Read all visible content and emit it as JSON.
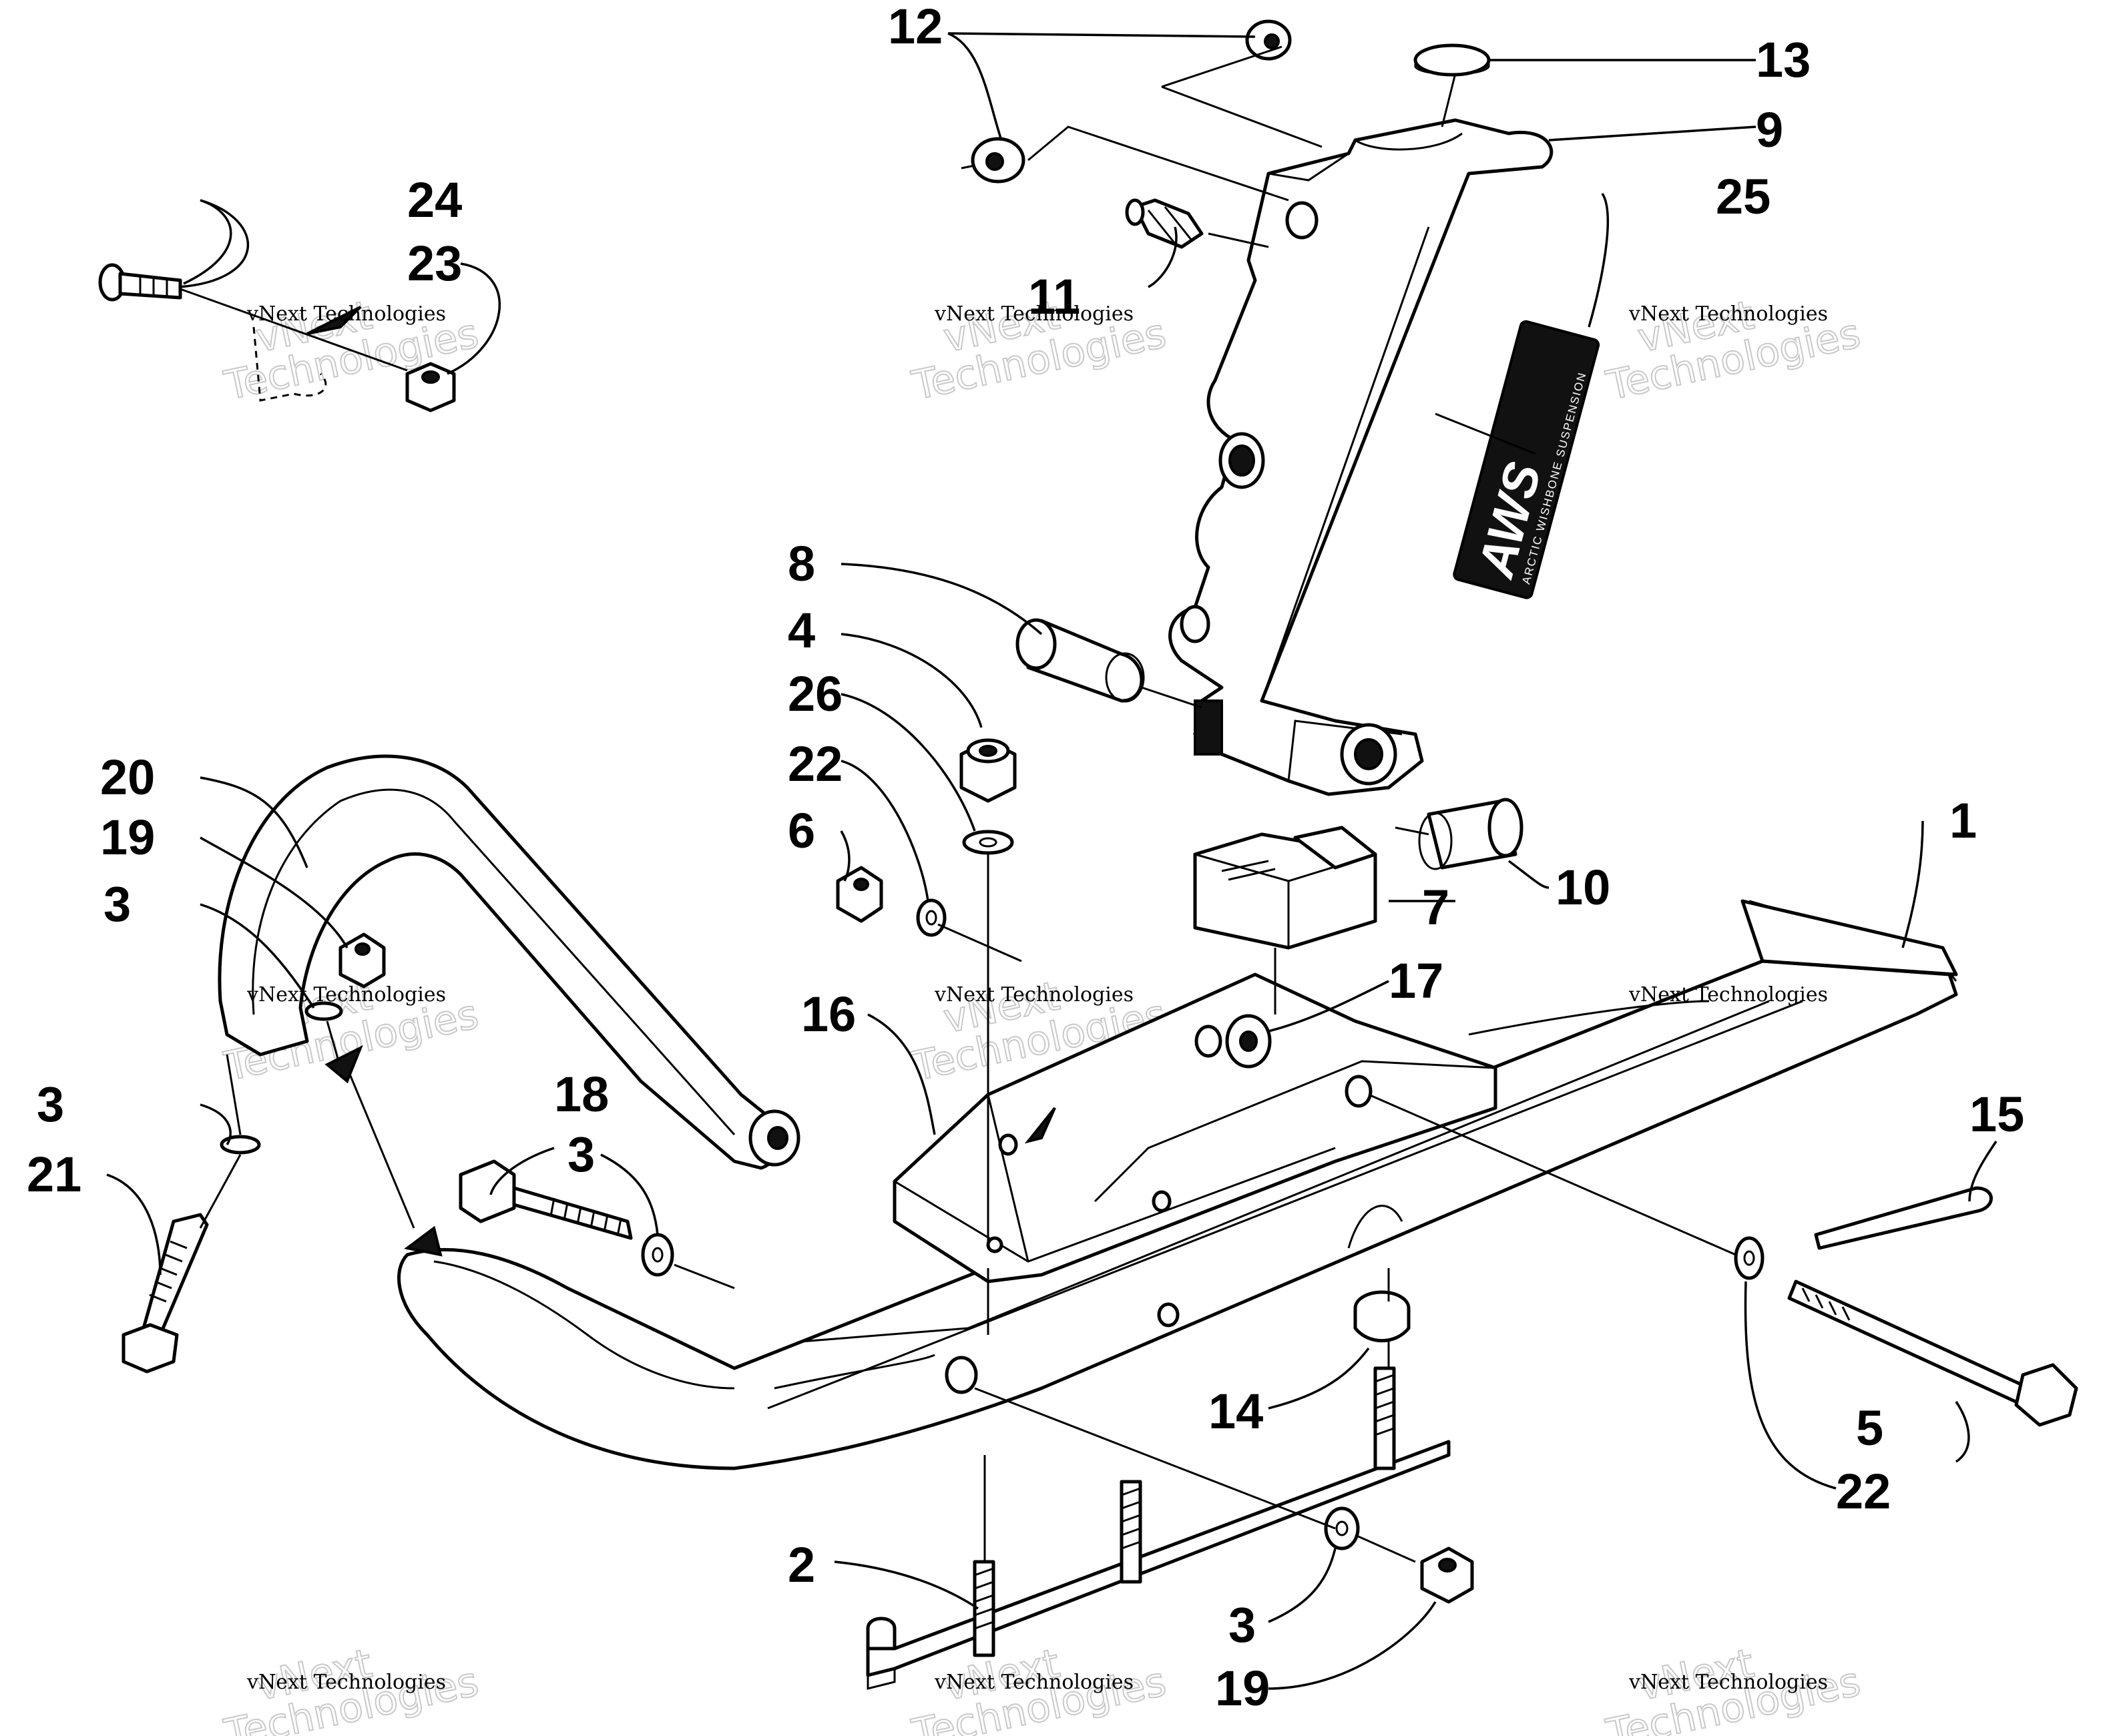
{
  "callouts": [
    "1",
    "2",
    "3",
    "4",
    "5",
    "6",
    "7",
    "8",
    "9",
    "10",
    "11",
    "12",
    "13",
    "14",
    "15",
    "16",
    "17",
    "18",
    "19",
    "20",
    "21",
    "22",
    "23",
    "24",
    "25",
    "26"
  ],
  "decal": {
    "logo": "AWS",
    "text": "ARCTIC WISHBONE SUSPENSION",
    "colors": {
      "background": "#111111",
      "text": "#ffffff"
    }
  },
  "watermark": {
    "line1": "vNext Technologies",
    "line2_overlay": "vNext",
    "line3_overlay": "Technologies"
  },
  "colors": {
    "ink": "#000000",
    "paper": "#ffffff",
    "watermark_outline": "#c9c9c9"
  }
}
